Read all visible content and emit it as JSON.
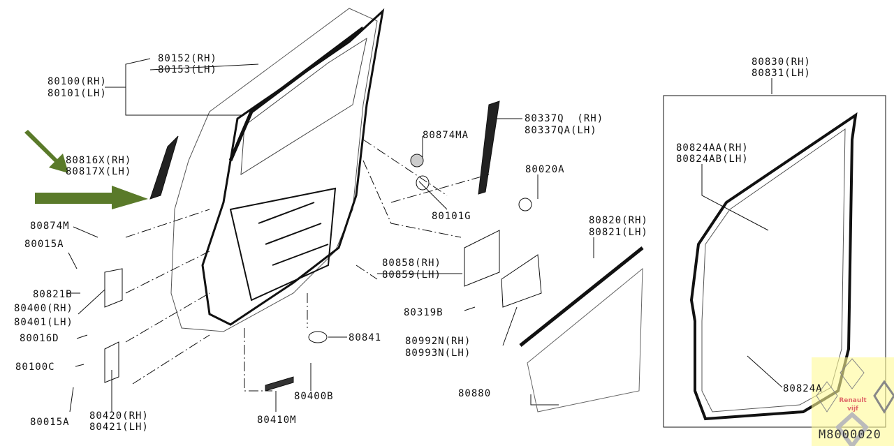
{
  "diagram": {
    "labels": [
      "80152(RH)",
      "80153(LH)",
      "80100(RH)",
      "80101(LH)",
      "80816X(RH)",
      "80817X(LH)",
      "80874M",
      "80015A",
      "80821B",
      "80400(RH)",
      "80401(LH)",
      "80016D",
      "80100C",
      "80015A",
      "80420(RH)",
      "80421(LH)",
      "80410M",
      "80400B",
      "80841",
      "80874MA",
      "80337Q  (RH)",
      "80337QA(LH)",
      "80020A",
      "80101G",
      "80858(RH)",
      "80859(LH)",
      "80319B",
      "80992N(RH)",
      "80993N(LH)",
      "80880",
      "80820(RH)",
      "80821(LH)",
      "80830(RH)",
      "80831(LH)",
      "80824AA(RH)",
      "80824AB(LH)",
      "80824A"
    ],
    "diagram_code": "M8000020",
    "watermark_text": "Renault vijf",
    "arrow_color": "#5a7a2a"
  }
}
